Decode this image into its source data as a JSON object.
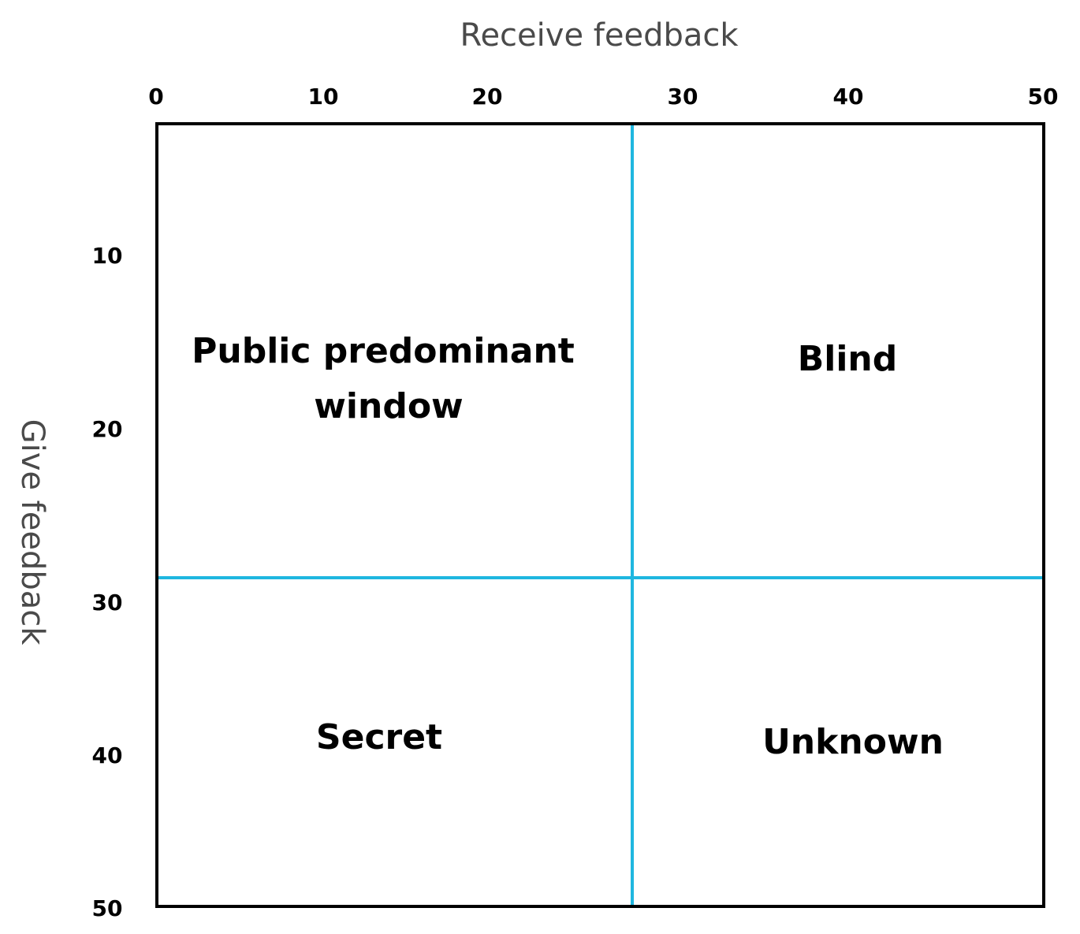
{
  "diagram": {
    "x_axis_title": "Receive feedback",
    "y_axis_title": "Give feedback",
    "x_range": [
      0,
      50
    ],
    "y_range": [
      0,
      50
    ],
    "x_ticks": [
      "0",
      "10",
      "20",
      "30",
      "40",
      "50"
    ],
    "y_ticks": [
      "10",
      "20",
      "30",
      "40",
      "50"
    ],
    "x_divider": 27,
    "y_divider": 27,
    "quadrants": {
      "top_left": {
        "line1": "Public predominant",
        "line2": "window"
      },
      "top_right": "Blind",
      "bottom_left": "Secret",
      "bottom_right": "Unknown"
    },
    "colors": {
      "frame": "#000000",
      "divider": "#1fb7e0",
      "axis_title": "#4a4a4a",
      "text": "#000000"
    }
  }
}
